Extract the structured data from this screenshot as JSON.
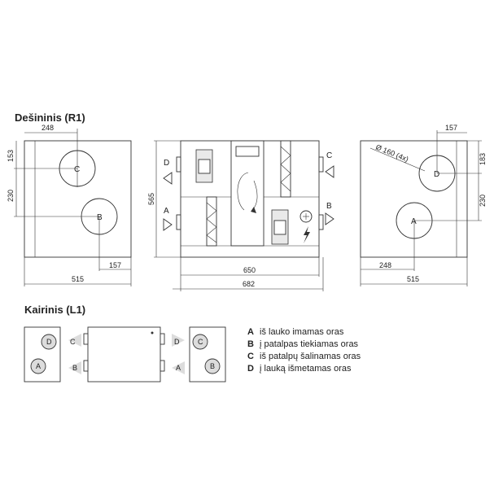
{
  "titles": {
    "right": "Dešininis (R1)",
    "left": "Kairinis (L1)"
  },
  "port_letters": {
    "a": "A",
    "b": "B",
    "c": "C",
    "d": "D"
  },
  "dimensions": {
    "left_top_width": "248",
    "left_height_upper": "153",
    "left_height_lower": "230",
    "left_bottom_offset": "157",
    "left_total_width": "515",
    "middle_height": "565",
    "middle_inner_width": "650",
    "middle_total_width": "682",
    "right_top_offset": "157",
    "right_diameter": "Ø 160 (4x)",
    "right_height_upper": "183",
    "right_height_lower": "230",
    "right_bottom_width": "248",
    "right_total_width": "515"
  },
  "legend": [
    {
      "letter": "A",
      "text": "iš lauko imamas oras"
    },
    {
      "letter": "B",
      "text": "į patalpas tiekiamas oras"
    },
    {
      "letter": "C",
      "text": "iš patalpų šalinamas oras"
    },
    {
      "letter": "D",
      "text": "į lauką išmetamas oras"
    }
  ],
  "colors": {
    "line": "#333333",
    "panel": "#e9e9e9",
    "arrow_fill": "#dcdcdc"
  }
}
